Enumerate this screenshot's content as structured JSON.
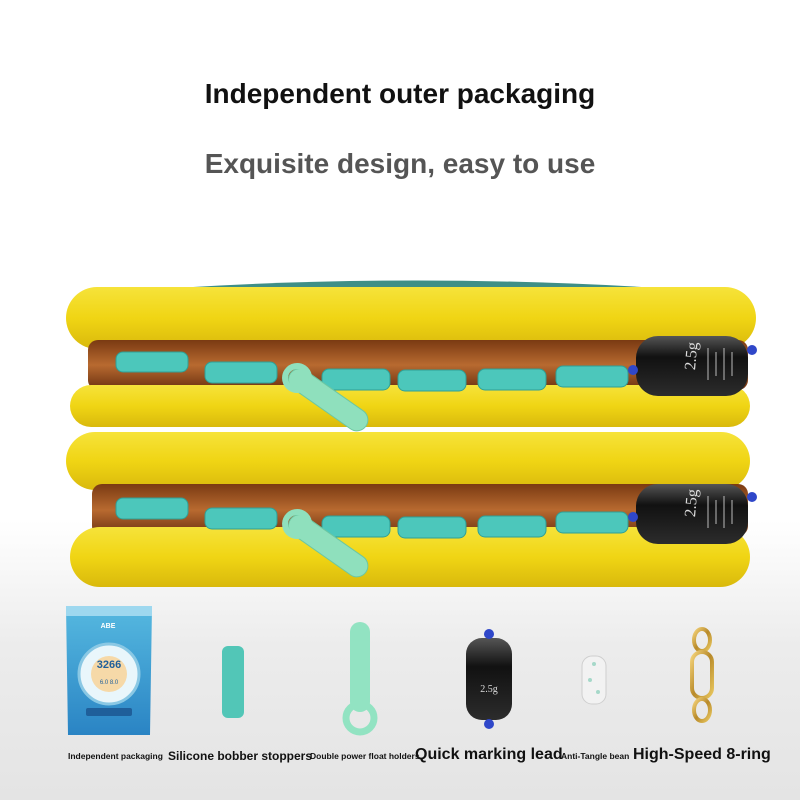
{
  "heading": {
    "title": "Independent outer packaging",
    "subtitle": "Exquisite design, easy to use"
  },
  "components": [
    {
      "label": "Independent packaging"
    },
    {
      "label": "Silicone bobber stoppers"
    },
    {
      "label": "Double power float holders"
    },
    {
      "label": "Quick marking lead"
    },
    {
      "label": "Anti-Tangle bean"
    },
    {
      "label": "High-Speed 8-ring"
    }
  ],
  "lead_marking": "2.5g",
  "package_text": {
    "brand": "ABE",
    "model": "3266",
    "spec": "6.0  8.0"
  },
  "colors": {
    "foam": "#f3dc16",
    "line": "#b5602a",
    "stopper": "#49c2b7",
    "float_holder": "#8fe0bd",
    "lead": "#1c1c1e"
  }
}
